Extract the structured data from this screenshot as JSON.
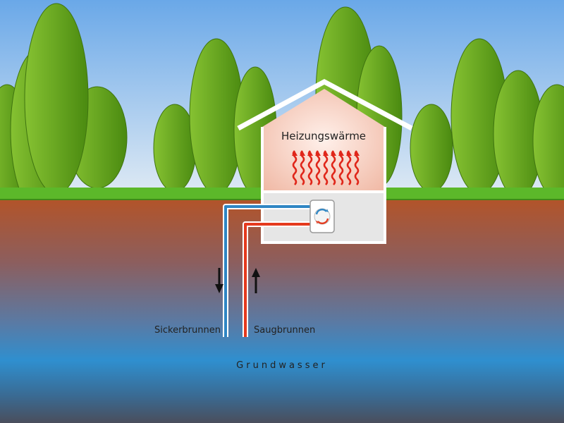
{
  "labels": {
    "heating": "Heizungswärme",
    "injection_well": "Sickerbrunnen",
    "suction_well": "Saugbrunnen",
    "groundwater": "Grundwasser"
  },
  "colors": {
    "sky_top": "#6aa8e8",
    "sky_bottom": "#dde9f4",
    "grass": "#5cb82a",
    "soil_top": "#b2542a",
    "water": "#2f8fcf",
    "cold_pipe": "#2f86c4",
    "warm_pipe": "#e53a1e",
    "heat_arrow": "#e0261a",
    "tree_dark": "#4e8f0f",
    "tree_light": "#86c232"
  },
  "icons": {
    "heat_pump": "heat-pump-icon",
    "flow_down": "arrow-down-icon",
    "flow_up": "arrow-up-icon"
  }
}
